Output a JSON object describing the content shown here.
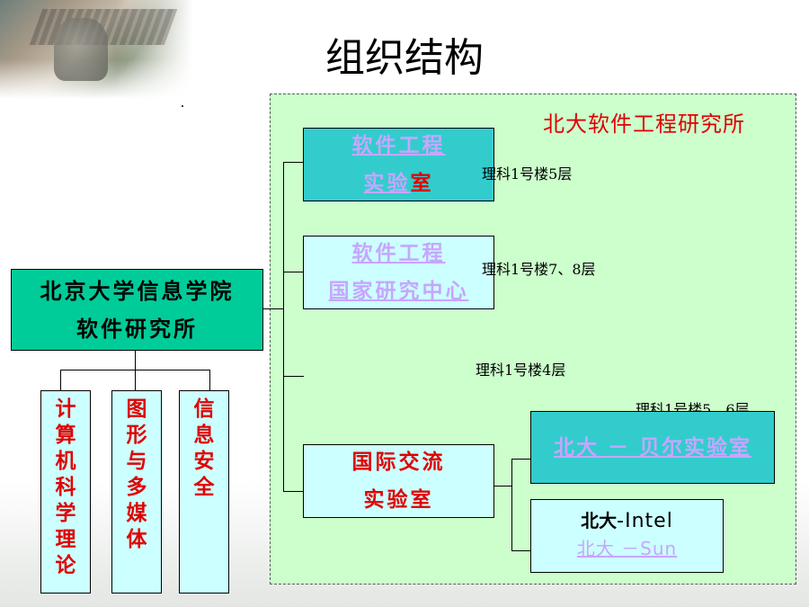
{
  "title": "组织结构",
  "root_box": {
    "line1": "北京大学信息学院",
    "line2": "软件研究所"
  },
  "left_columns": [
    {
      "chars": [
        "计",
        "算",
        "机",
        "科",
        "学",
        "理",
        "论"
      ]
    },
    {
      "chars": [
        "图",
        "形",
        "与",
        "多",
        "媒",
        "体"
      ]
    },
    {
      "chars": [
        "信",
        "息",
        "安",
        "全"
      ]
    }
  ],
  "institute_label": "北大软件工程研究所",
  "units": {
    "sel": {
      "line1": "软件工程",
      "line2_part1": "实验",
      "line2_part2": "室",
      "location": "理科1号楼5层"
    },
    "nerc": {
      "line1": "软件工程",
      "line2": "国家研究中心",
      "location": "理科1号楼7、8层"
    },
    "floor4": {
      "location": "理科1号楼4层"
    },
    "intl": {
      "line1": "国际交流",
      "line2": "实验室",
      "location": "理科1号楼5、6层"
    }
  },
  "sublabs": {
    "bell": "北大 － 贝尔实验室",
    "intel_prefix": "北大",
    "intel_suffix": "-Intel",
    "sun": "北大 －Sun"
  },
  "colors": {
    "panel_bg": "#ccffcc",
    "box_bg": "#00cc99",
    "teal_bg": "#33cccc",
    "light_bg": "#ccffff",
    "red_text": "#e00000",
    "link_text": "#c6a6ff"
  }
}
